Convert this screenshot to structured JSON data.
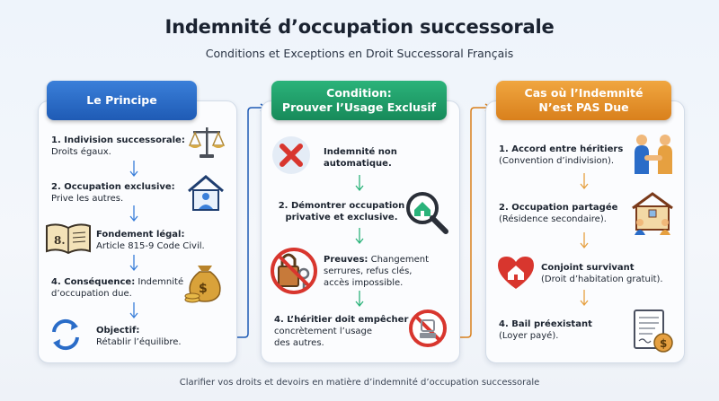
{
  "title": "Indemnité d’occupation successorale",
  "subtitle": "Conditions et Exceptions en Droit Successoral Français",
  "footer": "Clarifier vos droits et devoirs en matière d’indemnité d’occupation successorale",
  "colors": {
    "blue": "#1f5bb5",
    "green": "#178a5a",
    "orange": "#d9801c"
  },
  "columns": [
    {
      "header": "Le Principe",
      "items": [
        {
          "title": "1. Indivision successorale:",
          "text": "Droits égaux.",
          "icon": "scales-icon"
        },
        {
          "title": "2. Occupation exclusive:",
          "text": "Prive les autres.",
          "icon": "house-person-icon"
        },
        {
          "title": "Fondement légal:",
          "text": "Article 815-9 Code Civil.",
          "icon": "law-book-icon"
        },
        {
          "title": "4. Conséquence:",
          "text_inline": "Indemnité",
          "text": "d’occupation due.",
          "icon": "money-bag-icon"
        },
        {
          "title": "Objectif:",
          "text": "Rétablir l’équilibre.",
          "icon": "cycle-arrows-icon"
        }
      ]
    },
    {
      "header_line1": "Condition:",
      "header_line2": "Prouver l’Usage Exclusif",
      "items": [
        {
          "title": "Indemnité non",
          "title2": "automatique.",
          "icon": "red-cross-icon"
        },
        {
          "title": "2. Démontrer occupation",
          "title2": "privative et exclusive.",
          "icon": "magnifier-house-icon"
        },
        {
          "title": "Preuves:",
          "text_inline": "Changement",
          "text": "serrures, refus clés,",
          "text2": "accès impossible.",
          "icon": "forbidden-keys-icon"
        },
        {
          "title": "4. L’héritier doit empêcher",
          "text": "concrètement l’usage",
          "text2": "des autres.",
          "icon": "no-entry-icon"
        }
      ]
    },
    {
      "header_line1": "Cas où l’Indemnité",
      "header_line2": "N’est PAS Due",
      "items": [
        {
          "title": "1. Accord entre héritiers",
          "text": "(Convention d’indivision).",
          "icon": "handshake-icon"
        },
        {
          "title": "2. Occupation partagée",
          "text": "(Résidence secondaire).",
          "icon": "family-house-icon"
        },
        {
          "title": "Conjoint survivant",
          "text": "(Droit d’habitation gratuit).",
          "icon": "heart-house-icon"
        },
        {
          "title": "4. Bail préexistant",
          "text": "(Loyer payé).",
          "icon": "lease-document-icon"
        }
      ]
    }
  ]
}
